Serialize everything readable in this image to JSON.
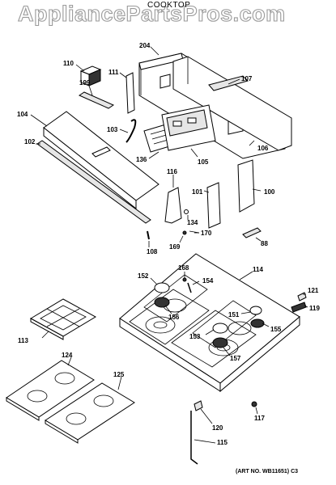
{
  "watermark": "AppliancePartsPros.com",
  "title": "COOKTOP",
  "art_no": "(ART NO. WB11651) C3",
  "callouts": [
    "204",
    "110",
    "111",
    "107",
    "199",
    "104",
    "103",
    "102",
    "136",
    "105",
    "106",
    "116",
    "101",
    "100",
    "134",
    "170",
    "169",
    "108",
    "88",
    "114",
    "168",
    "152",
    "154",
    "121",
    "119",
    "156",
    "151",
    "113",
    "153",
    "155",
    "124",
    "157",
    "125",
    "117",
    "120",
    "115"
  ]
}
